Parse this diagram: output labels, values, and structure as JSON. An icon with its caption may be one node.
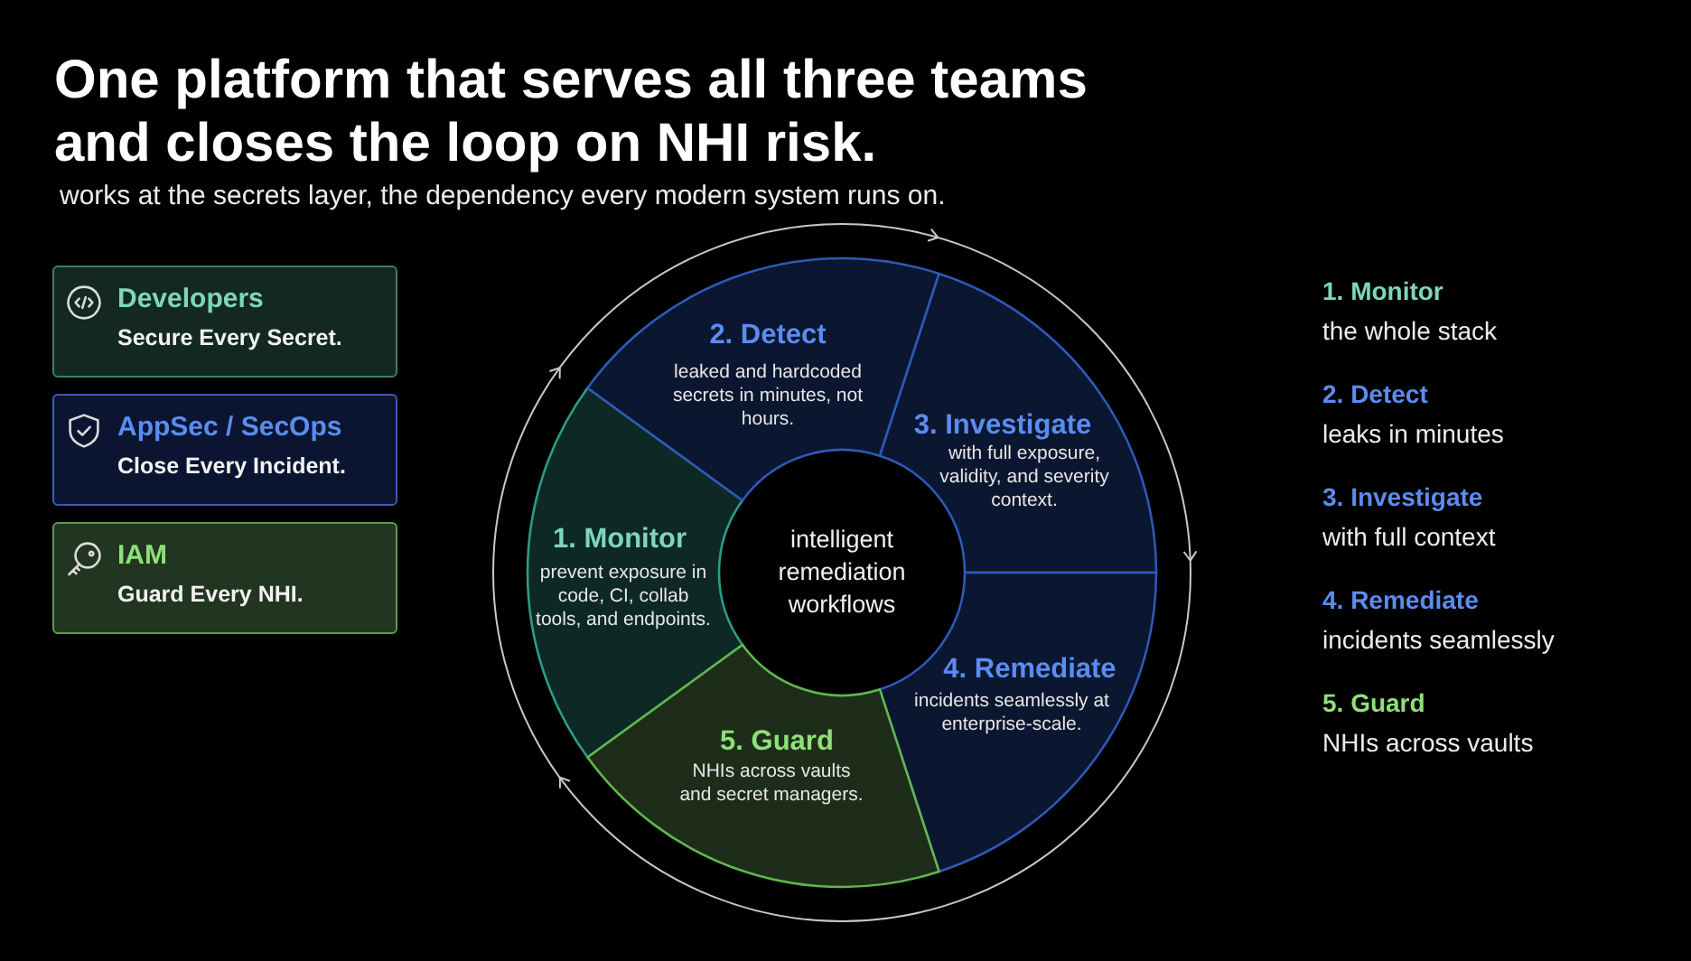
{
  "diagram": {
    "title": "One platform that serves all three teams and closes the loop on NHI risk.",
    "nodes": [
      {
        "text": [
          "Developers",
          "Secure Every Secret."
        ]
      },
      {
        "text": [
          "AppSec / SecOps",
          "Close Every Incident."
        ]
      },
      {
        "text": [
          "IAM",
          "Guard Every NHI."
        ]
      },
      {
        "text": [
          "1. Monitor",
          "prevent exposure in code, CI, collab tools, and endpoints."
        ]
      },
      {
        "text": [
          "2. Detect",
          "leaked and hardcoded secrets in minutes, not hours."
        ]
      },
      {
        "text": [
          "3. Investigate",
          "with full exposure, validity, and severity context."
        ]
      },
      {
        "text": [
          "4. Remediate",
          "incidents seamlessly at enterprise-scale."
        ]
      },
      {
        "text": [
          "5. Guard",
          "NHIs across vaults and secret managers."
        ]
      },
      {
        "text": [
          "intelligent remediation workflows"
        ]
      }
    ],
    "labels": [
      "works at the secrets layer, the dependency every modern system runs on.",
      "1. Monitor",
      "the whole stack",
      "2. Detect",
      "leaks in minutes",
      "3. Investigate",
      "with full context",
      "4. Remediate",
      "incidents seamlessly",
      "5. Guard",
      "NHIs across vaults"
    ]
  }
}
